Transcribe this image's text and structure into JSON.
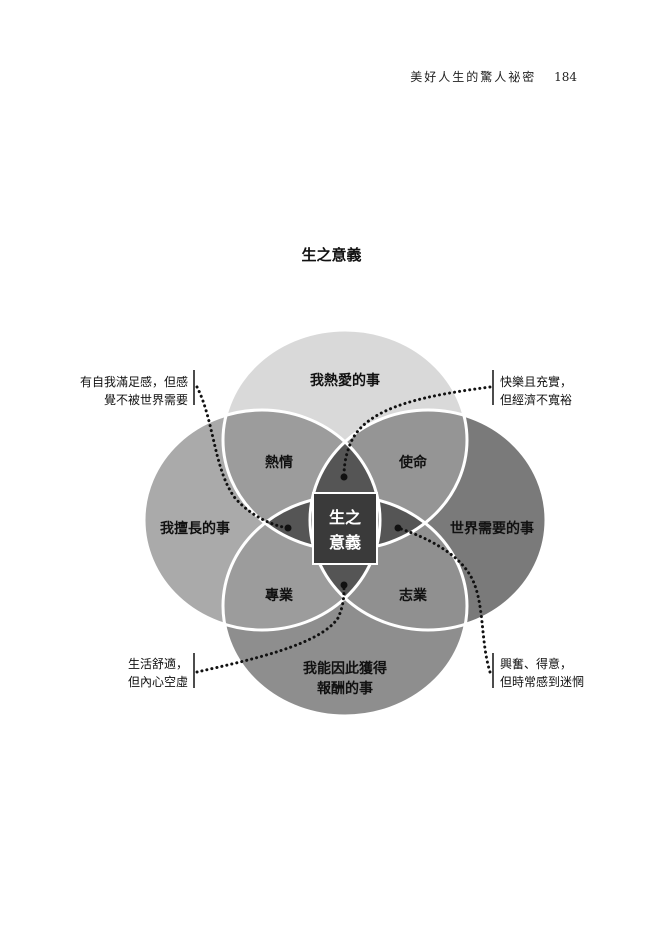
{
  "header": {
    "running_title": "美好人生的驚人祕密",
    "page_number": "184"
  },
  "diagram": {
    "title": "生之意義",
    "circles": {
      "top": "我熱愛的事",
      "left": "我擅長的事",
      "right": "世界需要的事",
      "bottom_line1": "我能因此獲得",
      "bottom_line2": "報酬的事"
    },
    "overlaps": {
      "top_left": "熱情",
      "top_right": "使命",
      "bottom_left": "專業",
      "bottom_right": "志業"
    },
    "center_line1": "生之",
    "center_line2": "意義",
    "callouts": {
      "top_left_line1": "有自我滿足感，但感",
      "top_left_line2": "覺不被世界需要",
      "top_right_line1": "快樂且充實，",
      "top_right_line2": "但經濟不寬裕",
      "bottom_left_line1": "生活舒適，",
      "bottom_left_line2": "但內心空虛",
      "bottom_right_line1": "興奮、得意，",
      "bottom_right_line2": "但時常感到迷惘"
    }
  },
  "colors": {
    "top_circle": "#d9d9d9",
    "left_circle": "#aaaaaa",
    "right_circle": "#7a7a7a",
    "bottom_circle": "#8e8e8e",
    "center": "#3a3a3a",
    "outline": "#ffffff",
    "text": "#111111"
  }
}
